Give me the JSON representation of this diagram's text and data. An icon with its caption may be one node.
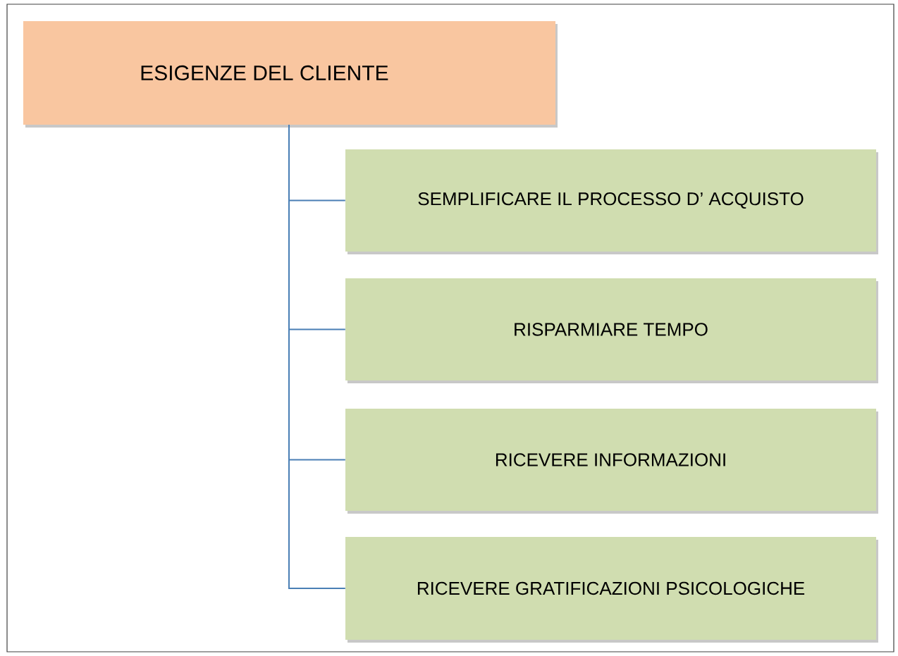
{
  "diagram": {
    "nodes": [
      {
        "text": [
          "ESIGENZE DEL CLIENTE"
        ]
      },
      {
        "text": [
          "SEMPLIFICARE IL PROCESSO D’ ACQUISTO"
        ]
      },
      {
        "text": [
          "RISPARMIARE TEMPO"
        ]
      },
      {
        "text": [
          "RICEVERE INFORMAZIONI"
        ]
      },
      {
        "text": [
          "RICEVERE GRATIFICAZIONI PSICOLOGICHE"
        ]
      }
    ],
    "edges": [
      {
        "from": 0,
        "to": 1,
        "arrow": "none"
      },
      {
        "from": 0,
        "to": 2,
        "arrow": "none"
      },
      {
        "from": 0,
        "to": 3,
        "arrow": "none"
      },
      {
        "from": 0,
        "to": 4,
        "arrow": "none"
      }
    ]
  }
}
